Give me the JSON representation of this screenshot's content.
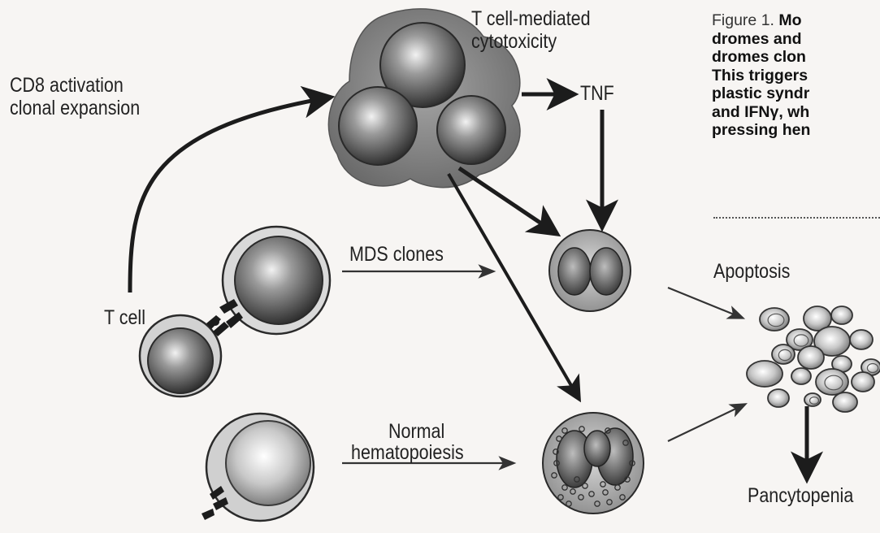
{
  "labels": {
    "t_cell_mediated": [
      "T cell-mediated",
      "cytotoxicity"
    ],
    "cd8": [
      "CD8 activation",
      "clonal expansion"
    ],
    "tnf": "TNF",
    "mds_clones": "MDS clones",
    "t_cell": "T cell",
    "apoptosis": "Apoptosis",
    "normal": [
      "Normal",
      "hematopoiesis"
    ],
    "pancytopenia": "Pancytopenia"
  },
  "caption": {
    "head": "Figure 1.",
    "lines": [
      "Mo",
      "dromes and",
      "dromes clon",
      "This triggers",
      "plastic syndr",
      "and IFNγ, wh",
      "pressing hen"
    ]
  },
  "colors": {
    "ink": "#1c1c1c",
    "paper": "#f7f5f3"
  }
}
